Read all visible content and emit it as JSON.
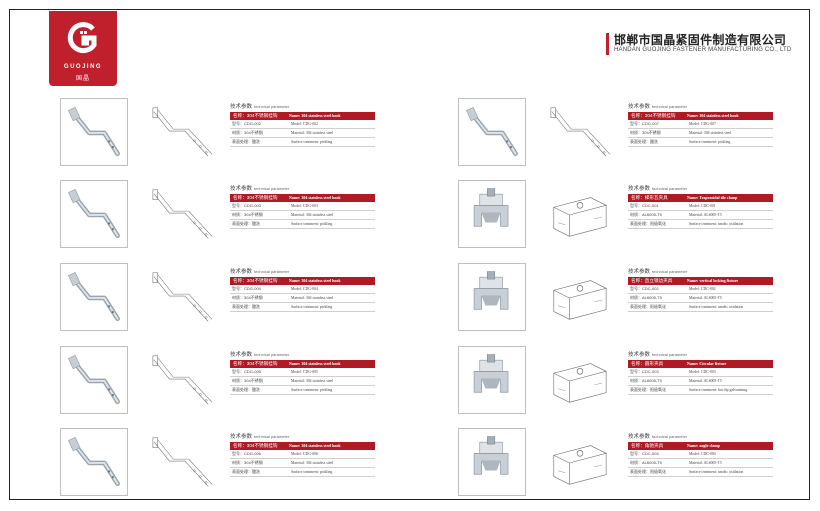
{
  "header": {
    "logo_en": "GUOJING",
    "logo_cn": "国晶",
    "company_cn": "邯郸市国晶紧固件制造有限公司",
    "company_en": "HANDAN GUOJING FASTENER MANUFACTURING CO., LTD"
  },
  "colors": {
    "brand": "#c0202b",
    "bar": "#b01a25"
  },
  "left_products": [
    {
      "title_cn": "技术参数",
      "title_en": "technical parameter",
      "name_cn": "名称：304不锈钢挂钩",
      "name_en": "Name: 304 stainless steel hook",
      "model_cn": "型号：CDG-002",
      "model_en": "Model: CDG-002",
      "material_cn": "材质：304不锈钢",
      "material_en": "Material: 304 stainless steel",
      "surface_cn": "表面处理：酸洗",
      "surface_en": "Surface treatment: pickling"
    },
    {
      "title_cn": "技术参数",
      "title_en": "technical parameter",
      "name_cn": "名称：304不锈钢挂钩",
      "name_en": "Name: 304 stainless steel hook",
      "model_cn": "型号：CDG-003",
      "model_en": "Model: CDG-003",
      "material_cn": "材质：304不锈钢",
      "material_en": "Material: 304 stainless steel",
      "surface_cn": "表面处理：酸洗",
      "surface_en": "Surface treatment: pickling"
    },
    {
      "title_cn": "技术参数",
      "title_en": "technical parameter",
      "name_cn": "名称：304不锈钢挂钩",
      "name_en": "Name: 304 stainless steel hook",
      "model_cn": "型号：CDG-004",
      "model_en": "Model: CDG-004",
      "material_cn": "材质：304不锈钢",
      "material_en": "Material: 304 stainless steel",
      "surface_cn": "表面处理：酸洗",
      "surface_en": "Surface treatment: pickling"
    },
    {
      "title_cn": "技术参数",
      "title_en": "technical parameter",
      "name_cn": "名称：304不锈钢挂钩",
      "name_en": "Name: 304 stainless steel hook",
      "model_cn": "型号：CDG-005",
      "model_en": "Model: CDG-005",
      "material_cn": "材质：304不锈钢",
      "material_en": "Material: 304 stainless steel",
      "surface_cn": "表面处理：酸洗",
      "surface_en": "Surface treatment: pickling"
    },
    {
      "title_cn": "技术参数",
      "title_en": "technical parameter",
      "name_cn": "名称：304不锈钢挂钩",
      "name_en": "Name: 304 stainless steel hook",
      "model_cn": "型号：CDG-006",
      "model_en": "Model: CDG-006",
      "material_cn": "材质：304不锈钢",
      "material_en": "Material: 304 stainless steel",
      "surface_cn": "表面处理：酸洗",
      "surface_en": "Surface treatment: pickling"
    }
  ],
  "right_products": [
    {
      "title_cn": "技术参数",
      "title_en": "technical parameter",
      "name_cn": "名称：304不锈钢挂钩",
      "name_en": "Name: 304 stainless steel hook",
      "model_cn": "型号：CDG-007",
      "model_en": "Model: CDG-007",
      "material_cn": "材质：304不锈钢",
      "material_en": "Material: 304 stainless steel",
      "surface_cn": "表面处理：酸洗",
      "surface_en": "Surface treatment: pickling"
    },
    {
      "title_cn": "技术参数",
      "title_en": "technical parameter",
      "name_cn": "名称：梯形瓦夹具",
      "name_en": "Name: Trapezoidal tile clamp",
      "model_cn": "型号：CDC-001",
      "model_en": "Model: CDC-001",
      "material_cn": "材质：AL6005-T5",
      "material_en": "Material: AL6005-T5",
      "surface_cn": "表面处理：阳极氧化",
      "surface_en": "Surface treatment: anodic oxidation"
    },
    {
      "title_cn": "技术参数",
      "title_en": "technical parameter",
      "name_cn": "名称：直立锁边夹具",
      "name_en": "Name: vertical locking fixture",
      "model_cn": "型号：CDC-002",
      "model_en": "Model: CDC-002",
      "material_cn": "材质：AL6005-T5",
      "material_en": "Material: AL6005-T5",
      "surface_cn": "表面处理：阳极氧化",
      "surface_en": "Surface treatment: anodic oxidation"
    },
    {
      "title_cn": "技术参数",
      "title_en": "technical parameter",
      "name_cn": "名称：圆形夹具",
      "name_en": "Name: Circular fixture",
      "model_cn": "型号：CDC-003",
      "model_en": "Model: CDC-003",
      "material_cn": "材质：AL6005-T5",
      "material_en": "Material: AL6005-T5",
      "surface_cn": "表面处理：阳极氧化",
      "surface_en": "Surface treatment: hot dip galvanizing"
    },
    {
      "title_cn": "技术参数",
      "title_en": "technical parameter",
      "name_cn": "名称：角驰夹具",
      "name_en": "Name: angle clamp",
      "model_cn": "型号：CDC-004",
      "model_en": "Model: CDC-004",
      "material_cn": "材质：AL6005-T5",
      "material_en": "Material: AL6005-T5",
      "surface_cn": "表面处理：阳极氧化",
      "surface_en": "Surface treatment: anodic oxidation"
    }
  ]
}
